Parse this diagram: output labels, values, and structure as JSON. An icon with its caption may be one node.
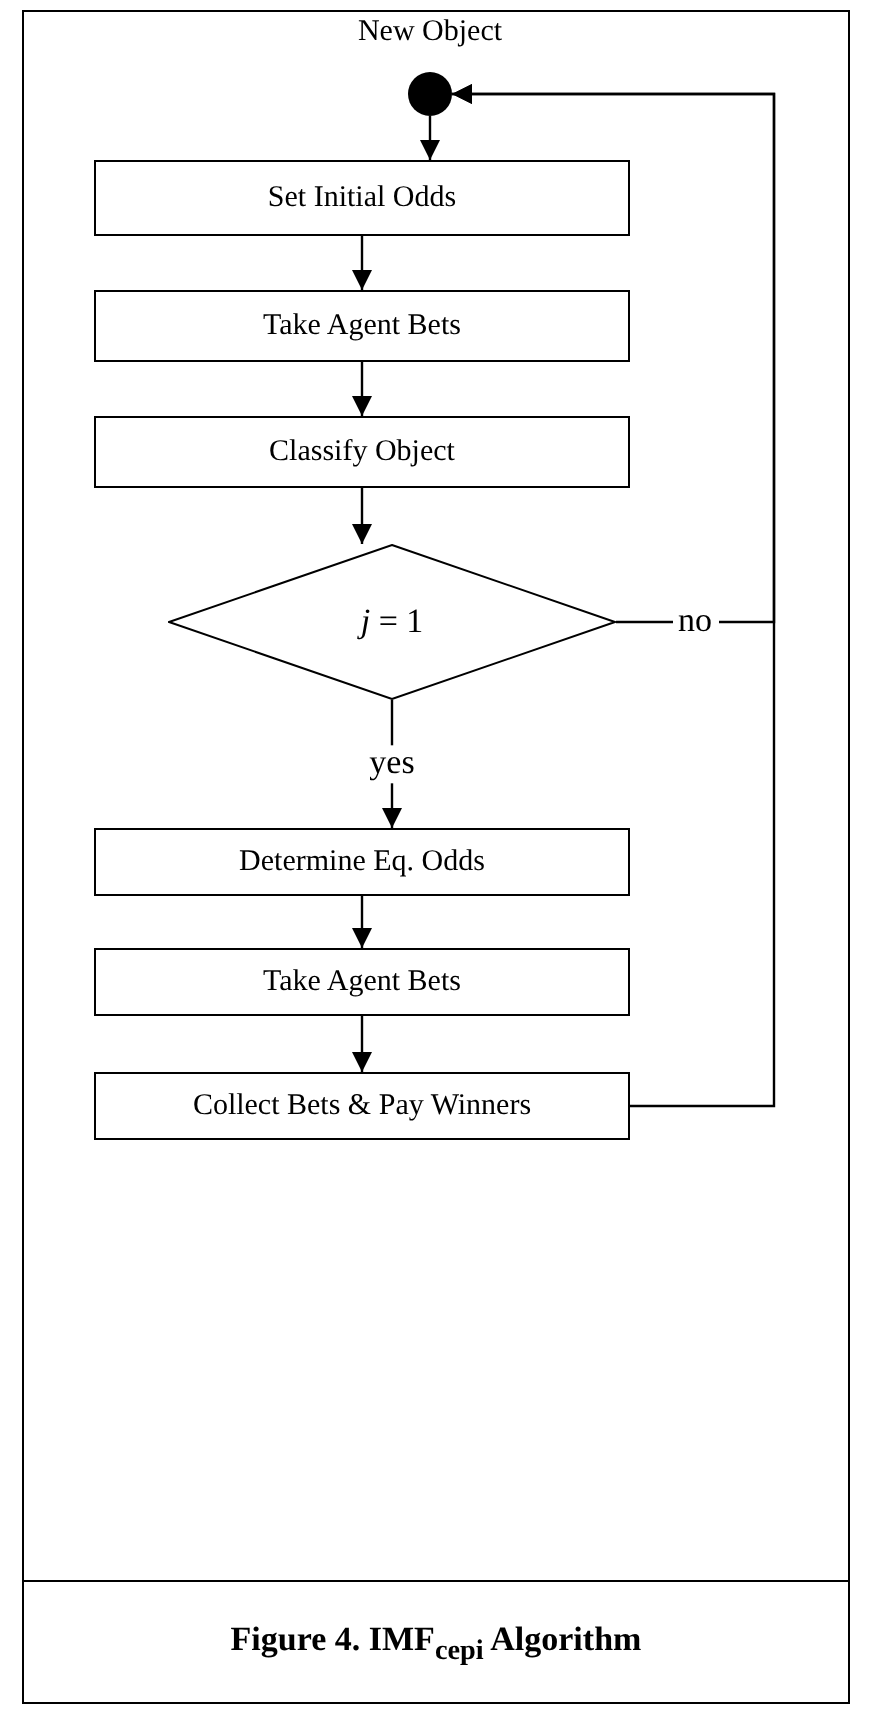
{
  "diagram": {
    "caption": "Figure 4. IMF$_{cepi}$ Algorithm",
    "nodes": [
      {
        "text": [],
        "shape": "circle",
        "beside": [
          "New Object"
        ]
      },
      {
        "text": [
          "Set Initial Odds"
        ]
      },
      {
        "text": [
          "Take Agent Bets"
        ]
      },
      {
        "text": [
          "Classify Object"
        ]
      },
      {
        "text": [
          "*j* = 1"
        ]
      },
      {
        "text": [
          "Determine Eq. Odds"
        ]
      },
      {
        "text": [
          "Take Agent Bets"
        ]
      },
      {
        "text": [
          "Collect Bets & Pay Winners"
        ]
      }
    ],
    "edges": [
      {
        "from": 0,
        "to": 1,
        "arrow": "to"
      },
      {
        "from": 1,
        "to": 2,
        "arrow": "to"
      },
      {
        "from": 2,
        "to": 3,
        "arrow": "to"
      },
      {
        "from": 3,
        "to": 4,
        "arrow": "to"
      },
      {
        "from": 4,
        "to": 5,
        "arrow": "to",
        "label": "yes"
      },
      {
        "from": 5,
        "to": 6,
        "arrow": "to"
      },
      {
        "from": 6,
        "to": 7,
        "arrow": "to"
      },
      {
        "from": 7,
        "to": 0,
        "arrow": "to"
      },
      {
        "from": 4,
        "to": 0,
        "arrow": "to",
        "label": "no"
      }
    ]
  }
}
